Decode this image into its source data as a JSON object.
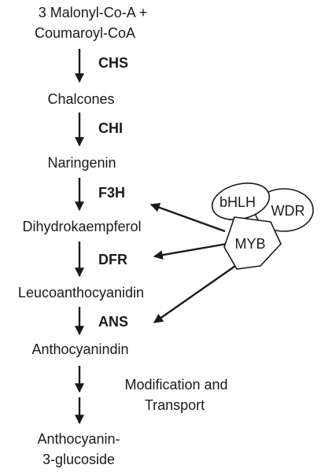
{
  "pathway": {
    "substrate_line1": "3 Malonyl-Co-A +",
    "substrate_line2": "Coumaroyl-CoA",
    "chalcones": "Chalcones",
    "naringenin": "Naringenin",
    "dihydrokaempferol": "Dihydrokaempferol",
    "leucoanthocyanidin": "Leucoanthocyanidin",
    "anthocyanindin": "Anthocyanindin",
    "product_line1": "Anthocyanin-",
    "product_line2": "3-glucoside"
  },
  "enzymes": {
    "chs": "CHS",
    "chi": "CHI",
    "f3h": "F3H",
    "dfr": "DFR",
    "ans": "ANS"
  },
  "modification": {
    "line1": "Modification and",
    "line2": "Transport"
  },
  "complex": {
    "bhlh": "bHLH",
    "wdr": "WDR",
    "myb": "MYB"
  },
  "colors": {
    "ink": "#1a1a1a",
    "background": "#ffffff"
  }
}
